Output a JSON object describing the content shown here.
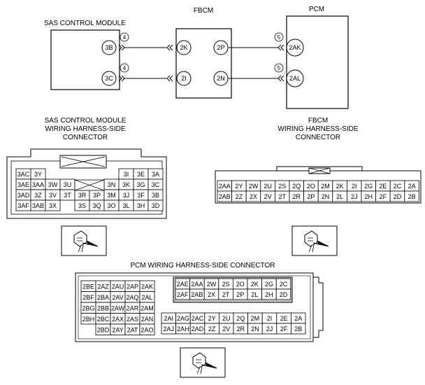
{
  "wiring": {
    "modules": {
      "sas": "SAS CONTROL MODULE",
      "fbcm": "FBCM",
      "pcm": "PCM"
    },
    "pins": {
      "sas_top": "3B",
      "sas_bottom": "3C",
      "fbcm_left_top": "2K",
      "fbcm_left_bottom": "2I",
      "fbcm_right_top": "2P",
      "fbcm_right_bottom": "2N",
      "pcm_top": "2AK",
      "pcm_bottom": "2AL"
    },
    "wire_numbers": {
      "w1": "4",
      "w2": "4",
      "w3": "5",
      "w4": "5"
    }
  },
  "sas_connector": {
    "caption": [
      "SAS CONTROL MODULE",
      "WIRING HARNESS-SIDE",
      "CONNECTOR"
    ],
    "rows": [
      [
        "3AC",
        "3Y",
        "",
        "",
        "",
        "",
        "",
        "3I",
        "3E",
        "3A"
      ],
      [
        "3AE",
        "3AA",
        "3W",
        "3U",
        "",
        "",
        "3N",
        "3K",
        "3G",
        "3C"
      ],
      [
        "3AD",
        "3Z",
        "3V",
        "3T",
        "3R",
        "3P",
        "3M",
        "3J",
        "3F",
        "3B"
      ],
      [
        "3AF",
        "3AB",
        "3X",
        "",
        "3S",
        "3Q",
        "3O",
        "3L",
        "3H",
        "3D"
      ]
    ]
  },
  "fbcm_connector": {
    "caption": [
      "FBCM",
      "WIRING HARNESS-SIDE",
      "CONNECTOR"
    ],
    "rows": [
      [
        "2AA",
        "2Y",
        "2W",
        "2U",
        "2S",
        "2Q",
        "2O",
        "2M",
        "2K",
        "2I",
        "2G",
        "2E",
        "2C",
        "2A"
      ],
      [
        "2AB",
        "2Z",
        "2X",
        "2V",
        "2T",
        "2R",
        "2P",
        "2N",
        "2L",
        "2J",
        "2H",
        "2F",
        "2D",
        "2B"
      ]
    ]
  },
  "pcm_connector": {
    "caption": "PCM WIRING HARNESS-SIDE CONNECTOR",
    "left_block": [
      [
        "2BE",
        "2AZ",
        "2AU",
        "2AP",
        "2AK"
      ],
      [
        "2BF",
        "2BA",
        "2AV",
        "2AQ",
        "2AL"
      ],
      [
        "2BG",
        "2BB",
        "2AW",
        "2AR",
        "2AM"
      ],
      [
        "2BH",
        "2BC",
        "2AX",
        "2AS",
        "2AN"
      ],
      [
        "",
        "2BD",
        "2AY",
        "2AT",
        "2AO"
      ]
    ],
    "right_top_block": [
      [
        "2AE",
        "2AA",
        "2W",
        "2S",
        "2O",
        "2K",
        "2G",
        "2C"
      ],
      [
        "2AF",
        "2AB",
        "2X",
        "2T",
        "2P",
        "2L",
        "2H",
        "2D"
      ]
    ],
    "right_bottom_block": [
      [
        "2AI",
        "2AG",
        "2AC",
        "2Y",
        "2U",
        "2Q",
        "2M",
        "2I",
        "2E",
        "2A"
      ],
      [
        "2AJ",
        "2AH",
        "2AD",
        "2Z",
        "2V",
        "2R",
        "2N",
        "2J",
        "2F",
        "2B"
      ]
    ]
  }
}
